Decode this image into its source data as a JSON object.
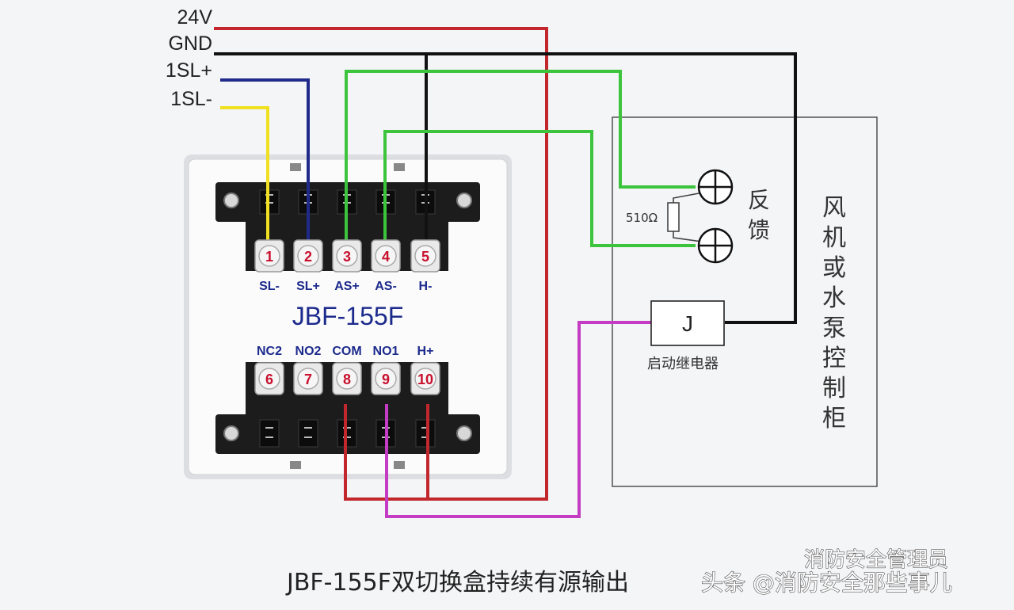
{
  "buses": [
    "24V",
    "GND",
    "1SL+",
    "1SL-"
  ],
  "top_terminals": [
    {
      "num": "1",
      "label": "SL-"
    },
    {
      "num": "2",
      "label": "SL+"
    },
    {
      "num": "3",
      "label": "AS+"
    },
    {
      "num": "4",
      "label": "AS-"
    },
    {
      "num": "5",
      "label": "H-"
    }
  ],
  "bottom_terminals": [
    {
      "num": "6",
      "label": "NC2"
    },
    {
      "num": "7",
      "label": "NO2"
    },
    {
      "num": "8",
      "label": "COM"
    },
    {
      "num": "9",
      "label": "NO1"
    },
    {
      "num": "10",
      "label": "H+"
    }
  ],
  "module_model": "JBF-155F",
  "resistor_label": "510Ω",
  "feedback_label": "反馈",
  "relay_symbol": "J",
  "relay_label": "启动继电器",
  "cabinet_label": "风机或水泵控制柜",
  "caption": "JBF-155F双切换盒持续有源输出",
  "watermark_1": "消防安全管理员",
  "watermark_2": "头条 @消防安全那些事儿",
  "colors": {
    "red_24v": "#c1272d",
    "black_gnd": "#111111",
    "blue_sl_plus": "#1f2a8a",
    "yellow_sl_minus": "#f0e020",
    "green_feedback": "#3cc43c",
    "magenta_relay": "#c33cc3",
    "label_blue": "#1c2a8c",
    "terminal_red": "#c8102e"
  }
}
